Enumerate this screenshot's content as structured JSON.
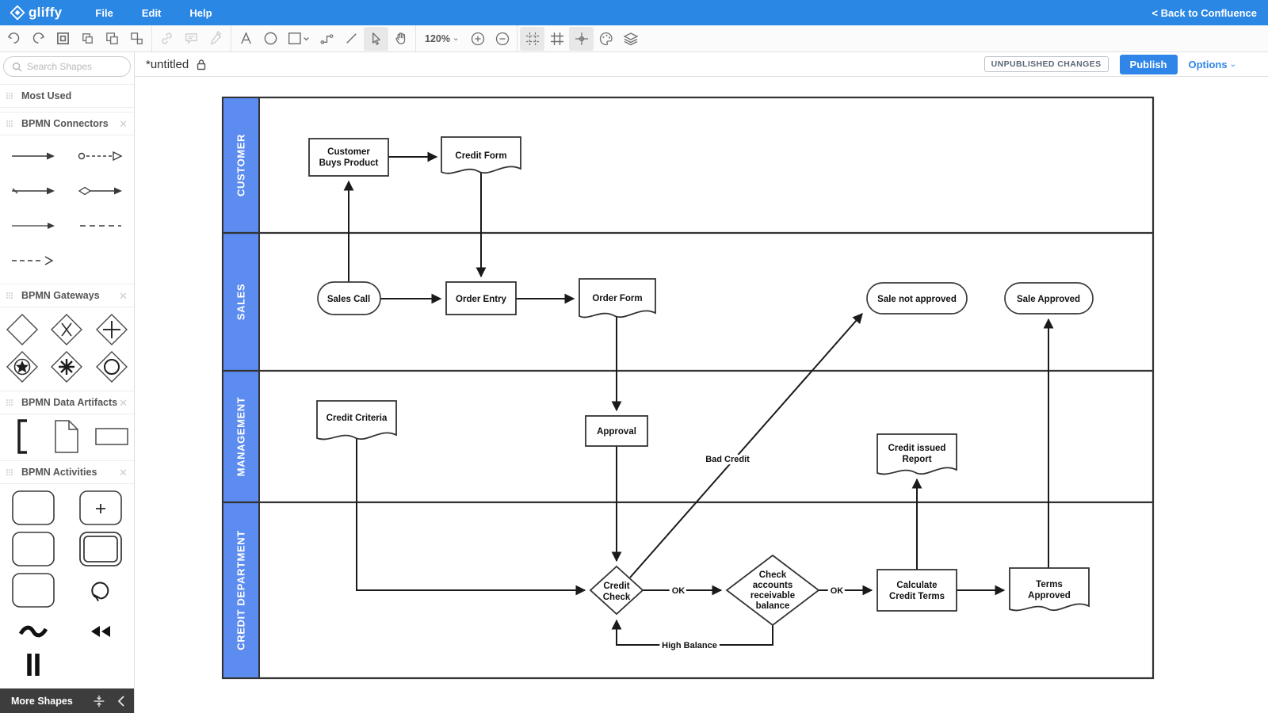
{
  "topbar": {
    "logo_text": "gliffy",
    "menus": [
      {
        "label": "File"
      },
      {
        "label": "Edit"
      },
      {
        "label": "Help"
      }
    ],
    "back_link": "< Back to Confluence"
  },
  "toolbar": {
    "zoom_level": "120%",
    "icon_names": [
      "undo-icon",
      "redo-icon",
      "group-icon",
      "duplicate-icon",
      "bring-forward-icon",
      "ungroup-icon",
      "link-icon",
      "comment-icon",
      "eyedropper-icon",
      "text-tool-icon",
      "ellipse-tool-icon",
      "shape-tool-icon",
      "connector-tool-icon",
      "line-tool-icon",
      "pointer-tool-icon",
      "pan-tool-icon",
      "zoom-in-icon",
      "zoom-out-icon",
      "snap-grid-icon",
      "grid-icon",
      "guides-icon",
      "theme-icon",
      "layers-icon"
    ]
  },
  "titlebar": {
    "title": "*untitled",
    "badge": "UNPUBLISHED CHANGES",
    "publish_label": "Publish",
    "options_label": "Options"
  },
  "sidebar": {
    "search_placeholder": "Search Shapes",
    "sections": [
      {
        "title": "Most Used"
      },
      {
        "title": "BPMN Connectors"
      },
      {
        "title": "BPMN Gateways"
      },
      {
        "title": "BPMN Data Artifacts"
      },
      {
        "title": "BPMN Activities"
      }
    ],
    "more_shapes_label": "More Shapes"
  },
  "diagram": {
    "lanes": [
      {
        "label": "CUSTOMER"
      },
      {
        "label": "SALES"
      },
      {
        "label": "MANAGEMENT"
      },
      {
        "label": "CREDIT DEPARTMENT"
      }
    ],
    "nodes": {
      "customer_buys_product": {
        "type": "process",
        "lines": [
          "Customer",
          "Buys Product"
        ]
      },
      "credit_form": {
        "type": "document",
        "lines": [
          "Credit Form"
        ]
      },
      "sales_call": {
        "type": "terminator",
        "lines": [
          "Sales Call"
        ]
      },
      "order_entry": {
        "type": "process",
        "lines": [
          "Order Entry"
        ]
      },
      "order_form": {
        "type": "document",
        "lines": [
          "Order Form"
        ]
      },
      "sale_not_approved": {
        "type": "terminator",
        "lines": [
          "Sale not approved"
        ]
      },
      "sale_approved": {
        "type": "terminator",
        "lines": [
          "Sale Approved"
        ]
      },
      "credit_criteria": {
        "type": "document",
        "lines": [
          "Credit Criteria"
        ]
      },
      "approval": {
        "type": "process",
        "lines": [
          "Approval"
        ]
      },
      "credit_issued_report": {
        "type": "document",
        "lines": [
          "Credit issued",
          "Report"
        ]
      },
      "credit_check": {
        "type": "decision",
        "lines": [
          "Credit",
          "Check"
        ]
      },
      "check_accounts": {
        "type": "decision",
        "lines": [
          "Check",
          "accounts",
          "receivable",
          "balance"
        ]
      },
      "calculate_credit_terms": {
        "type": "process",
        "lines": [
          "Calculate",
          "Credit Terms"
        ]
      },
      "terms_approved": {
        "type": "document",
        "lines": [
          "Terms",
          "Approved"
        ]
      }
    },
    "edge_labels": {
      "ok_1": "OK",
      "ok_2": "OK",
      "high_balance": "High Balance",
      "bad_credit": "Bad Credit"
    }
  },
  "colors": {
    "topbar_blue": "#2b87e4",
    "lane_header_blue": "#5c8cf0",
    "publish_blue": "#2f86e8",
    "diagram_stroke": "#1a1a1a"
  }
}
